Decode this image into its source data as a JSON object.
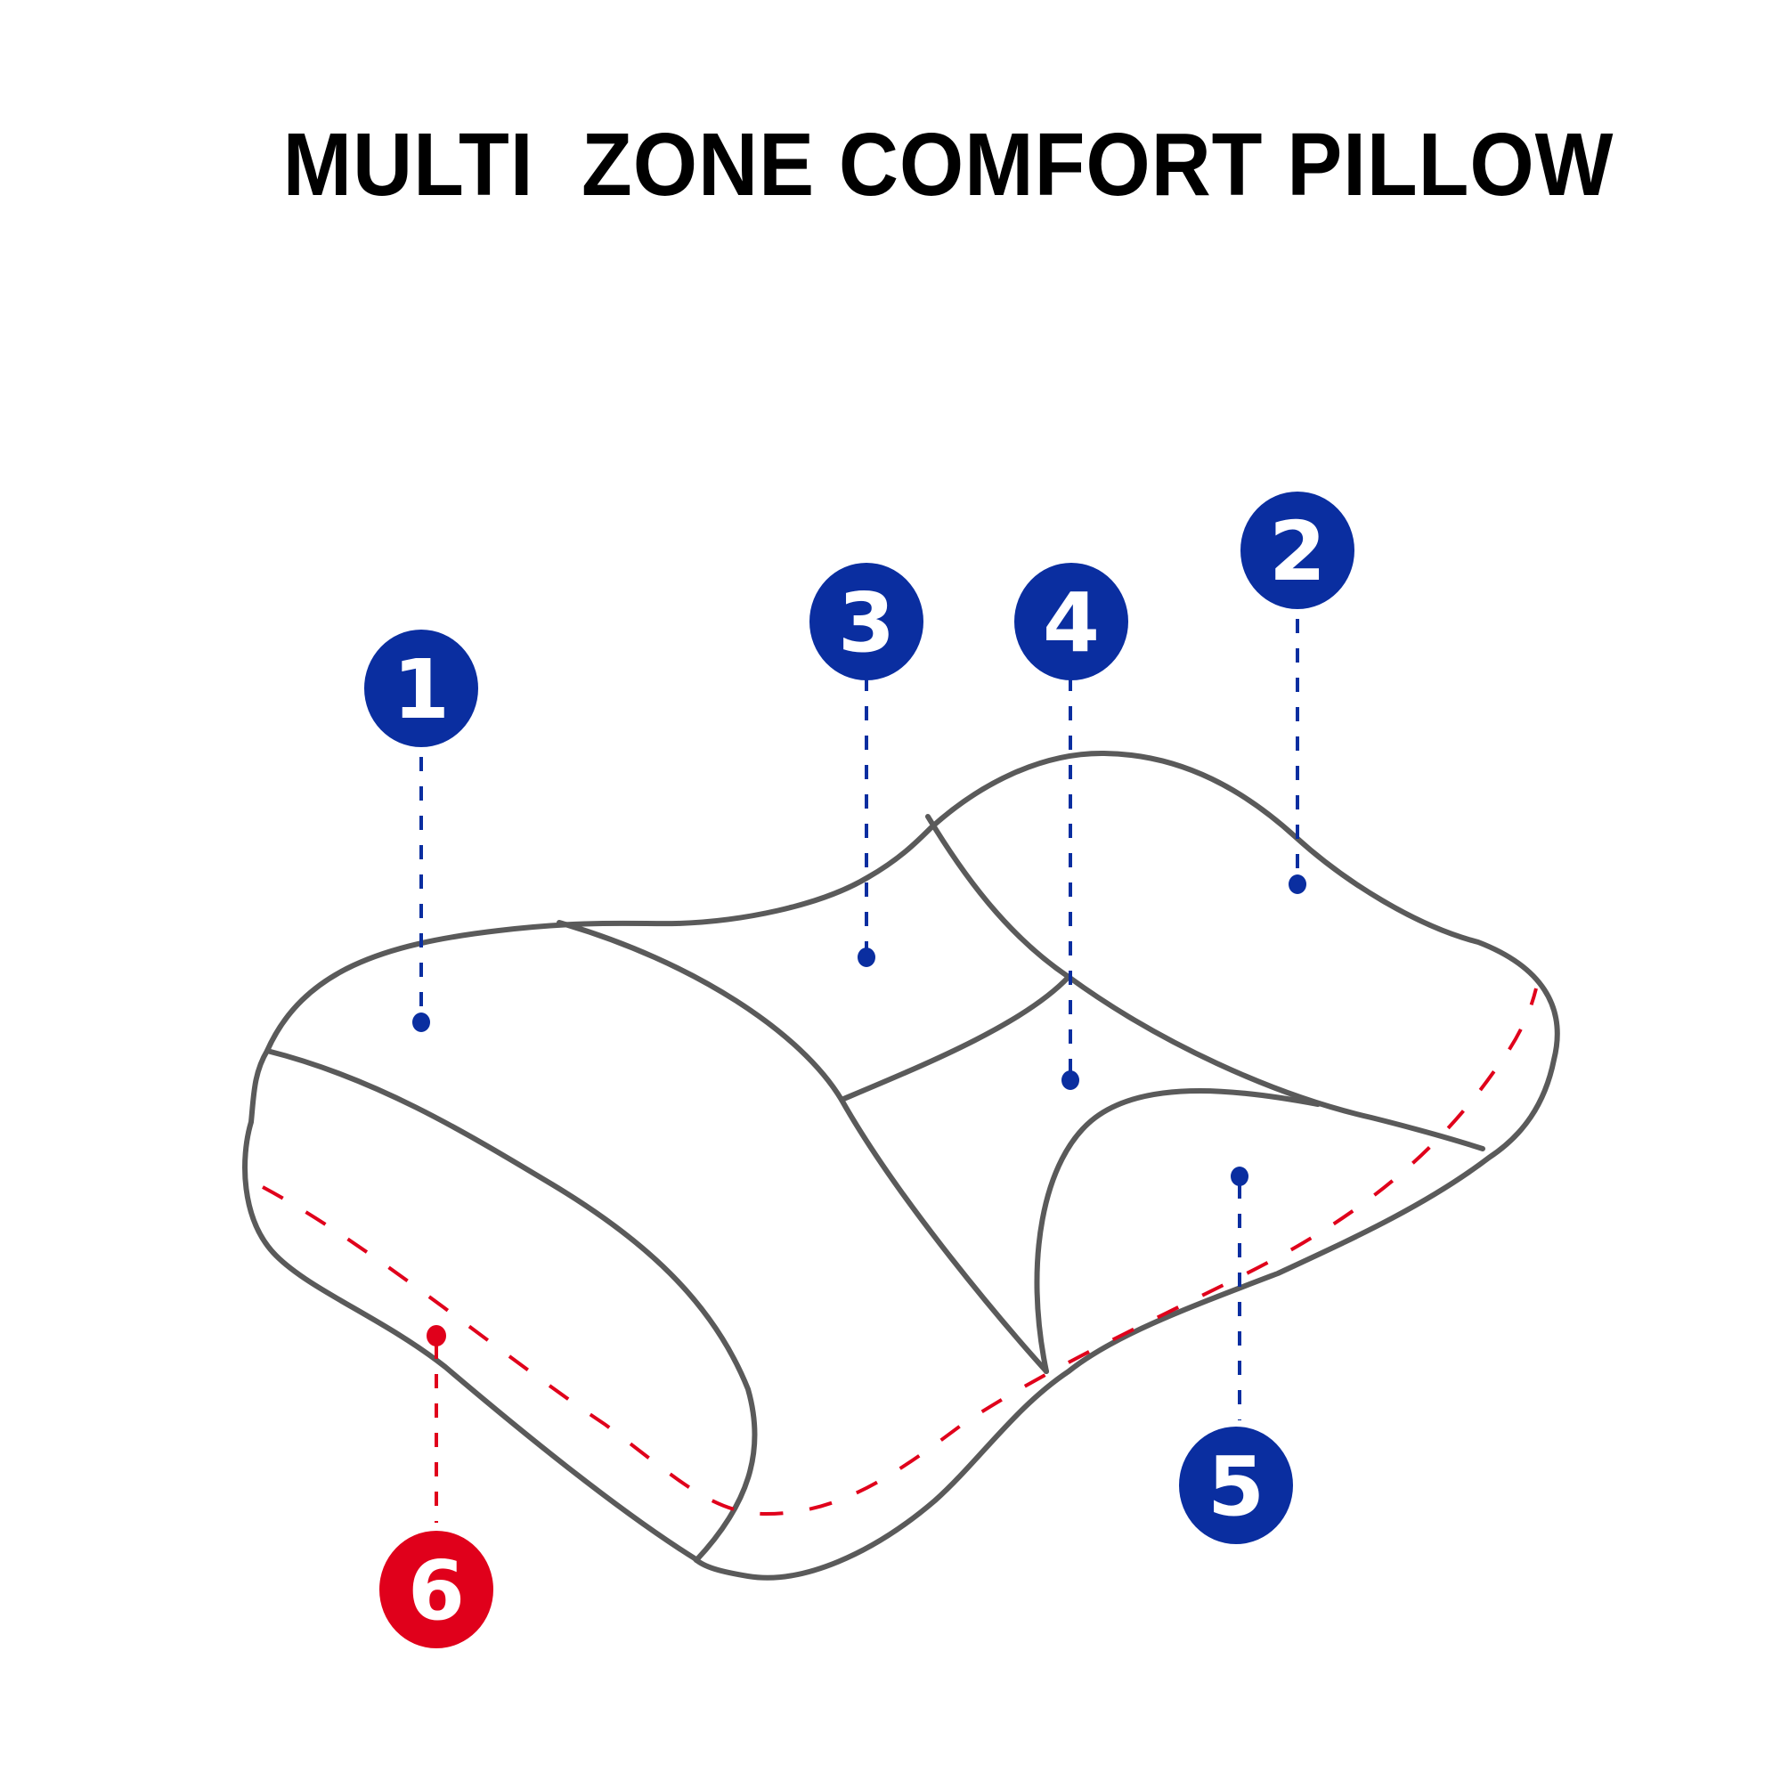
{
  "title": "MULTI  ZONE COMFORT PILLOW",
  "colors": {
    "zone_badge": "#0a2ea0",
    "highlight_badge": "#e0001b",
    "outline": "#5a5a5a",
    "seam": "#e0001b",
    "background": "#ffffff"
  },
  "zones": [
    {
      "number": "1",
      "color": "#0a2ea0",
      "badge_icon": "numbered-circle"
    },
    {
      "number": "2",
      "color": "#0a2ea0",
      "badge_icon": "numbered-circle"
    },
    {
      "number": "3",
      "color": "#0a2ea0",
      "badge_icon": "numbered-circle"
    },
    {
      "number": "4",
      "color": "#0a2ea0",
      "badge_icon": "numbered-circle"
    },
    {
      "number": "5",
      "color": "#0a2ea0",
      "badge_icon": "numbered-circle"
    },
    {
      "number": "6",
      "color": "#e0001b",
      "badge_icon": "numbered-circle"
    }
  ]
}
